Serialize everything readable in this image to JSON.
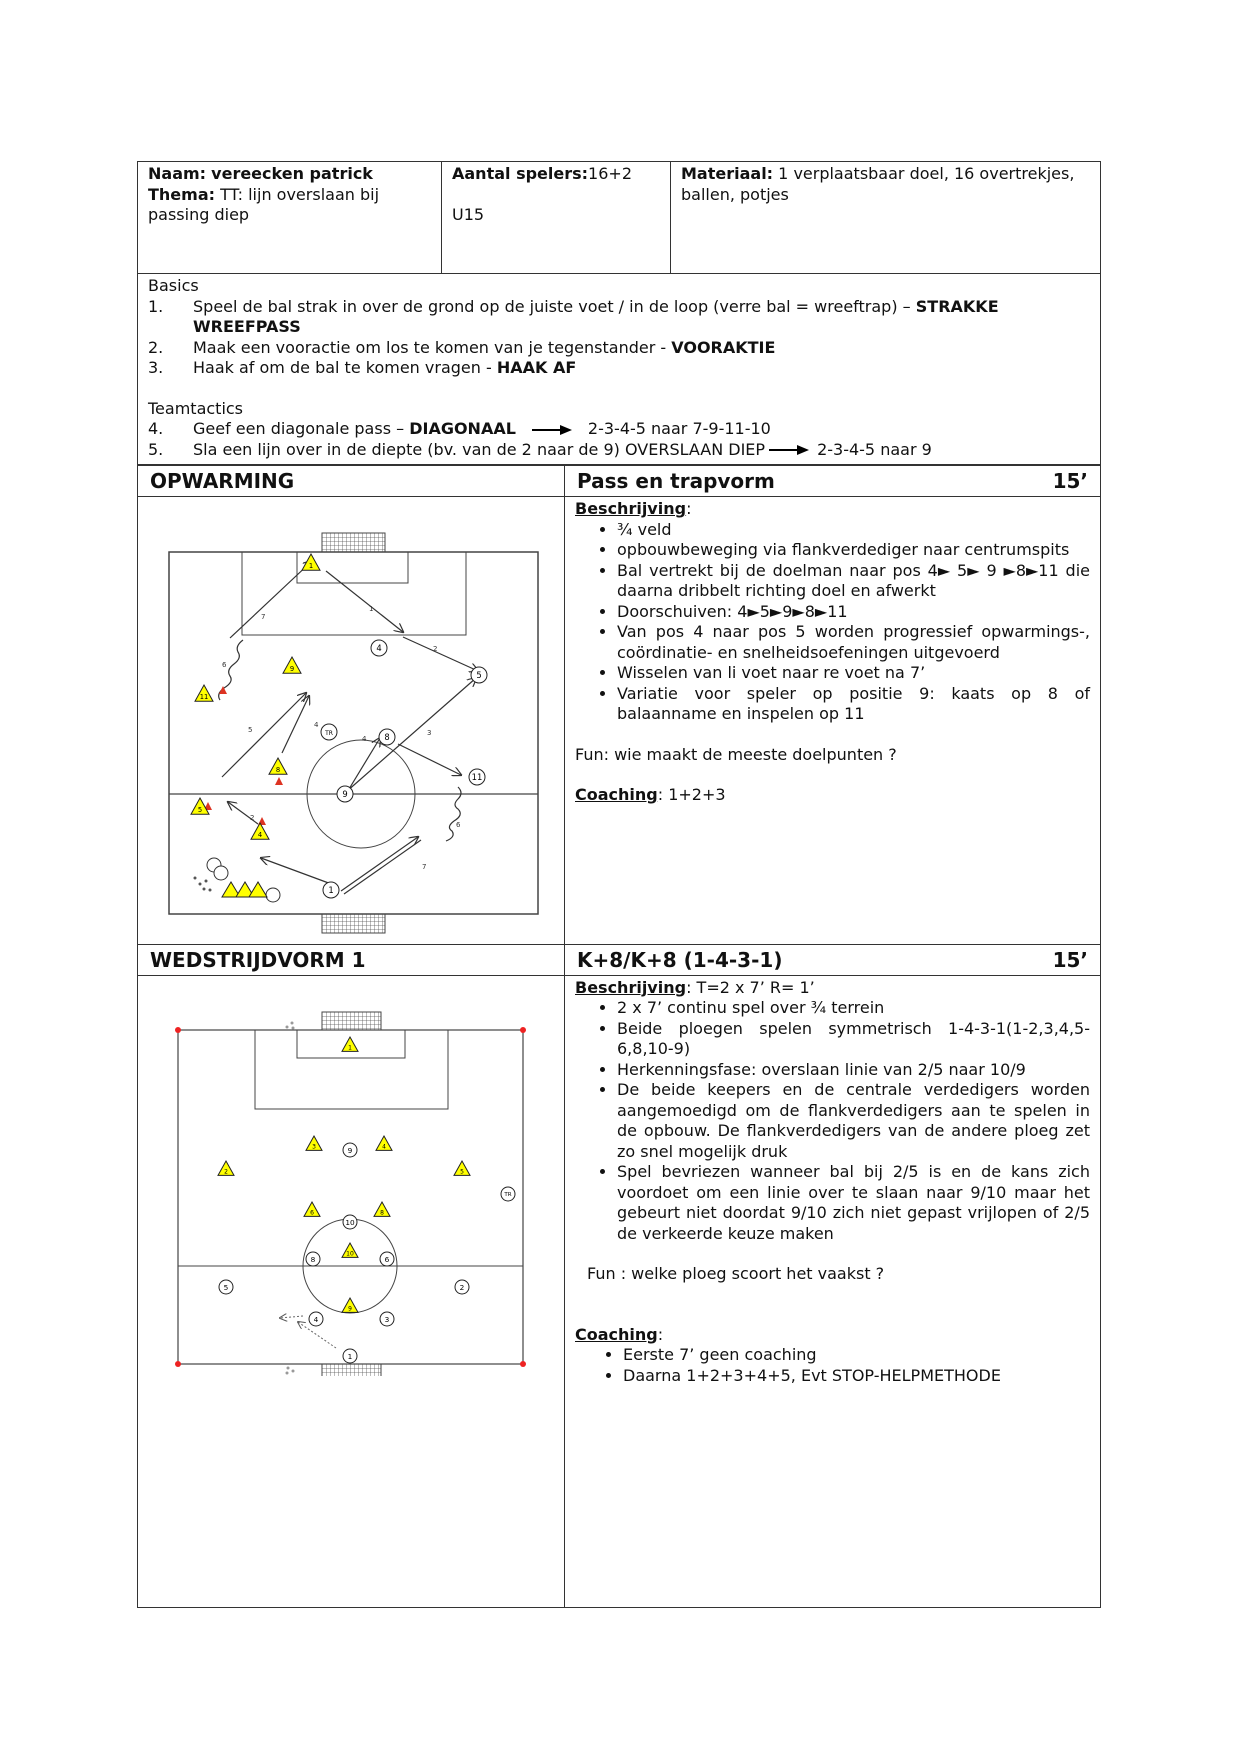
{
  "header": {
    "name_label": "Naam:",
    "name_value": "vereecken patrick",
    "theme_label": "Thema:",
    "theme_value": "TT: lijn overslaan bij passing diep",
    "players_label": "Aantal spelers:",
    "players_value": "16+2",
    "age": "U15",
    "material_label": "Materiaal:",
    "material_value": "1 verplaatsbaar doel, 16 overtrekjes, ballen, potjes"
  },
  "basics": {
    "title": "Basics",
    "items": [
      {
        "n": "1.",
        "text": "Speel de bal strak in over de grond op de juiste voet / in de loop (verre bal = wreeftrap) – ",
        "bold": "STRAKKE WREEFPASS"
      },
      {
        "n": "2.",
        "text": "Maak een vooractie om los te komen van je tegenstander - ",
        "bold": "VOORAKTIE"
      },
      {
        "n": "3.",
        "text": "Haak af om de bal te komen vragen - ",
        "bold": "HAAK AF"
      }
    ]
  },
  "teamtactics": {
    "title": "Teamtactics",
    "item4_n": "4.",
    "item4_text": "Geef een diagonale pass – ",
    "item4_bold": "DIAGONAAL",
    "item4_after": "2-3-4-5 naar 7-9-11-10",
    "item5_n": "5.",
    "item5_text": "Sla een lijn over in de diepte (bv. van de 2 naar de 9) OVERSLAAN DIEP",
    "item5_after": "2-3-4-5 naar 9"
  },
  "section1": {
    "left_title": "OPWARMING",
    "right_title": "Pass en trapvorm",
    "duration": "15’",
    "desc_label": "Beschrijving",
    "bullets": [
      "¾ veld",
      "opbouwbeweging via flankverdediger naar centrumspits",
      "Bal vertrekt bij de doelman naar pos 4► 5► 9 ►8►11 die daarna dribbelt richting doel en afwerkt",
      "Doorschuiven: 4►5►9►8►11",
      "Van pos 4 naar pos 5 worden progressief opwarmings-, coördinatie- en snelheidsoefeningen uitgevoerd",
      "Wisselen van li voet naar re voet na 7’",
      "Variatie voor speler op positie 9: kaats op 8 of balaanname en inspelen op 11"
    ],
    "fun": "Fun: wie maakt de meeste doelpunten ?",
    "coaching_label": "Coaching",
    "coaching_value": "1+2+3"
  },
  "section2": {
    "left_title": "WEDSTRIJDVORM 1",
    "right_title": "K+8/K+8 (1-4-3-1)",
    "duration": "15’",
    "desc_label": "Beschrijving",
    "desc_value": ": T=2 x 7’    R= 1’",
    "bullets": [
      "2 x 7’ continu spel over ¾ terrein",
      "Beide ploegen spelen symmetrisch 1-4-3-1(1-2,3,4,5-6,8,10-9)",
      "Herkenningsfase: overslaan linie van 2/5 naar 10/9",
      "De beide keepers en de centrale verdedigers worden aangemoedigd om de flankverdedigers aan te spelen in de opbouw. De flankverdedigers van de andere ploeg zet zo snel mogelijk druk",
      "Spel bevriezen wanneer bal bij 2/5 is en de kans zich voordoet om een linie over te slaan naar 9/10 maar het gebeurt niet doordat 9/10 zich niet gepast vrijlopen of 2/5 de verkeerde keuze maken"
    ],
    "fun": "Fun : welke ploeg scoort het vaakst ?",
    "coaching_label": "Coaching",
    "coaching_bullets": [
      "Eerste 7’ geen coaching",
      "Daarna 1+2+3+4+5, Evt STOP-HELPMETHODE"
    ]
  },
  "diagram1": {
    "triangles": [
      "1",
      "9",
      "11",
      "8",
      "5",
      "4"
    ],
    "circles": [
      "4",
      "5",
      "8",
      "9",
      "11",
      "1"
    ],
    "tr": "TR",
    "arrow_labels": [
      "1",
      "2",
      "3",
      "4",
      "5",
      "6",
      "7"
    ]
  },
  "diagram2": {
    "triangles": [
      "1",
      "3",
      "4",
      "2",
      "5",
      "6",
      "8",
      "10",
      "9"
    ],
    "circles": [
      "9",
      "10",
      "8",
      "6",
      "5",
      "2",
      "4",
      "3",
      "1"
    ],
    "tr": "TR"
  }
}
